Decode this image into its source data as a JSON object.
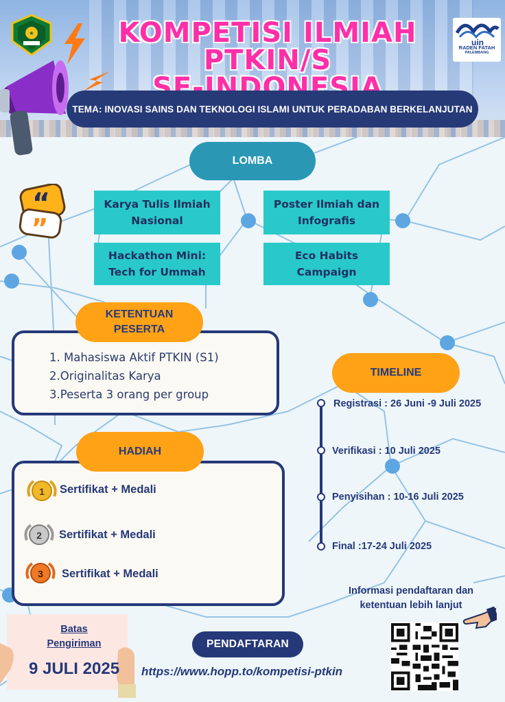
{
  "header": {
    "title_line1": "KOMPETISI ILMIAH PTKIN/S",
    "title_line2": "SE-INDONESIA",
    "tema": "TEMA: INOVASI SAINS DAN TEKNOLOGI ISLAMI UNTUK PERADABAN BERKELANJUTAN",
    "uin_logo_text_1": "RADEN FATAH",
    "uin_logo_text_2": "PALEMBANG",
    "uin_logo_mark": "uin"
  },
  "lomba": {
    "label": "LOMBA",
    "items": [
      {
        "line1": "Karya Tulis Ilmiah",
        "line2": "Nasional"
      },
      {
        "line1": "Poster Ilmiah dan",
        "line2": "Infografis"
      },
      {
        "line1": "Hackathon Mini:",
        "line2": "Tech for Ummah"
      },
      {
        "line1": "Eco Habits",
        "line2": "Campaign"
      }
    ]
  },
  "ketentuan": {
    "label_line1": "KETENTUAN",
    "label_line2": "PESERTA",
    "items": [
      "1. Mahasiswa Aktif PTKIN (S1)",
      "2.Originalitas Karya",
      "3.Peserta 3 orang per group"
    ]
  },
  "hadiah": {
    "label": "HADIAH",
    "items": [
      {
        "rank": "1",
        "text": "Sertifikat + Medali",
        "color": "#e0a21a"
      },
      {
        "rank": "2",
        "text": "Sertifikat + Medali",
        "color": "#9a9a9a"
      },
      {
        "rank": "3",
        "text": "Sertifikat + Medali",
        "color": "#e06a1a"
      }
    ]
  },
  "timeline": {
    "label": "TIMELINE",
    "items": [
      "Registrasi : 26 Juni -9 Juli 2025",
      "Verifikasi : 10 Juli 2025",
      "Penyisihan : 10-16 Juli 2025",
      "Final :17-24 Juli 2025"
    ]
  },
  "info": {
    "line1": "Informasi pendaftaran dan",
    "line2": "ketentuan lebih lanjut"
  },
  "batas": {
    "line1": "Batas",
    "line2": "Pengiriman",
    "date": "9 JULI 2025"
  },
  "pendaftaran": {
    "label": "PENDAFTARAN",
    "url": "https://www.hopp.to/kompetisi-ptkin"
  },
  "colors": {
    "navy": "#253878",
    "teal": "#2a98b4",
    "cyan": "#29c9c9",
    "orange": "#ffa216",
    "pink": "#ff2fa8"
  }
}
